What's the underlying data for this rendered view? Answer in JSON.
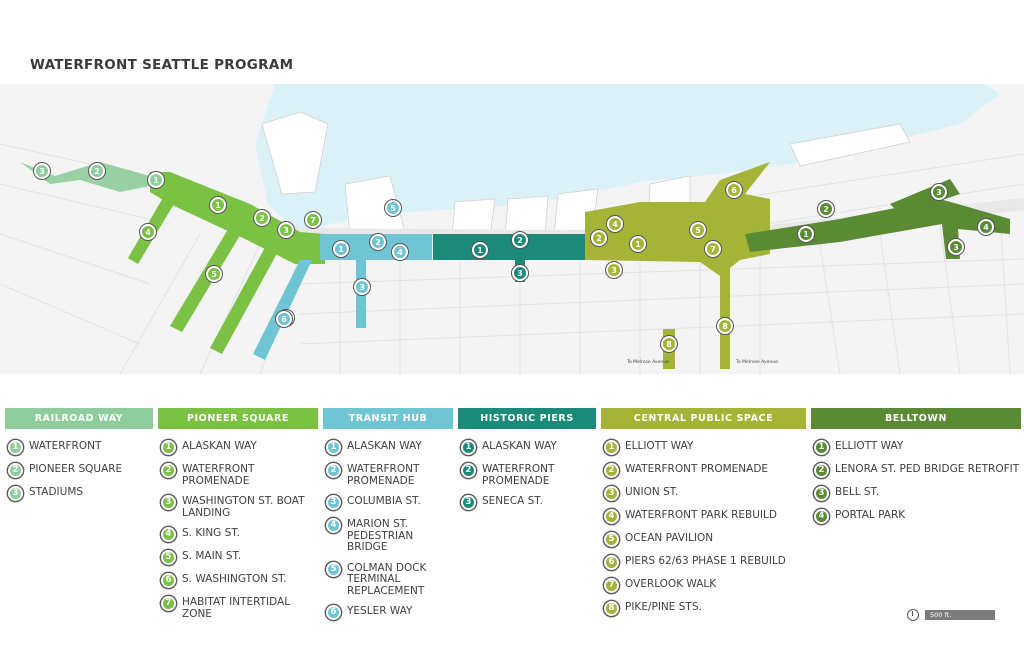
{
  "title": "WATERFRONT SEATTLE PROGRAM",
  "map_labels": {
    "to_melrose": "To Melrose Avenue"
  },
  "scale": {
    "label": "500 ft."
  },
  "colors": {
    "railroad_way": "#8fcc9b",
    "pioneer_square": "#7bc143",
    "transit_hub": "#6fc5d3",
    "historic_piers": "#1b8a78",
    "central_public_space": "#a5b336",
    "belltown": "#5a8a34",
    "water": "#daf1f8"
  },
  "categories": [
    {
      "key": "railroad_way",
      "name": "RAILROAD WAY",
      "color": "#8fcc9b",
      "items": [
        {
          "n": "1",
          "label": "WATERFRONT"
        },
        {
          "n": "2",
          "label": "PIONEER SQUARE"
        },
        {
          "n": "3",
          "label": "STADIUMS"
        }
      ]
    },
    {
      "key": "pioneer_square",
      "name": "PIONEER SQUARE",
      "color": "#7bc143",
      "items": [
        {
          "n": "1",
          "label": "ALASKAN WAY"
        },
        {
          "n": "2",
          "label": "WATERFRONT PROMENADE"
        },
        {
          "n": "3",
          "label": "WASHINGTON ST. BOAT LANDING"
        },
        {
          "n": "4",
          "label": "S. KING ST."
        },
        {
          "n": "5",
          "label": "S. MAIN ST."
        },
        {
          "n": "6",
          "label": "S. WASHINGTON ST."
        },
        {
          "n": "7",
          "label": "HABITAT INTERTIDAL ZONE"
        }
      ]
    },
    {
      "key": "transit_hub",
      "name": "TRANSIT HUB",
      "color": "#6fc5d3",
      "items": [
        {
          "n": "1",
          "label": "ALASKAN WAY"
        },
        {
          "n": "2",
          "label": "WATERFRONT PROMENADE"
        },
        {
          "n": "3",
          "label": "COLUMBIA ST."
        },
        {
          "n": "4",
          "label": "MARION ST. PEDESTRIAN BRIDGE"
        },
        {
          "n": "5",
          "label": "COLMAN DOCK TERMINAL REPLACEMENT"
        },
        {
          "n": "6",
          "label": "YESLER WAY"
        }
      ]
    },
    {
      "key": "historic_piers",
      "name": "HISTORIC PIERS",
      "color": "#1b8a78",
      "items": [
        {
          "n": "1",
          "label": "ALASKAN WAY"
        },
        {
          "n": "2",
          "label": "WATERFRONT PROMENADE"
        },
        {
          "n": "3",
          "label": "SENECA ST."
        }
      ]
    },
    {
      "key": "central_public_space",
      "name": "CENTRAL PUBLIC SPACE",
      "color": "#a5b336",
      "items": [
        {
          "n": "1",
          "label": "ELLIOTT WAY"
        },
        {
          "n": "2",
          "label": "WATERFRONT PROMENADE"
        },
        {
          "n": "3",
          "label": "UNION ST."
        },
        {
          "n": "4",
          "label": "WATERFRONT PARK REBUILD"
        },
        {
          "n": "5",
          "label": "OCEAN PAVILION"
        },
        {
          "n": "6",
          "label": "PIERS 62/63 PHASE 1 REBUILD"
        },
        {
          "n": "7",
          "label": "OVERLOOK WALK"
        },
        {
          "n": "8",
          "label": "PIKE/PINE STS."
        }
      ]
    },
    {
      "key": "belltown",
      "name": "BELLTOWN",
      "color": "#5a8a34",
      "items": [
        {
          "n": "1",
          "label": "ELLIOTT WAY"
        },
        {
          "n": "2",
          "label": "LENORA ST. PED BRIDGE RETROFIT"
        },
        {
          "n": "3",
          "label": "BELL ST."
        },
        {
          "n": "4",
          "label": "PORTAL PARK"
        }
      ]
    }
  ]
}
